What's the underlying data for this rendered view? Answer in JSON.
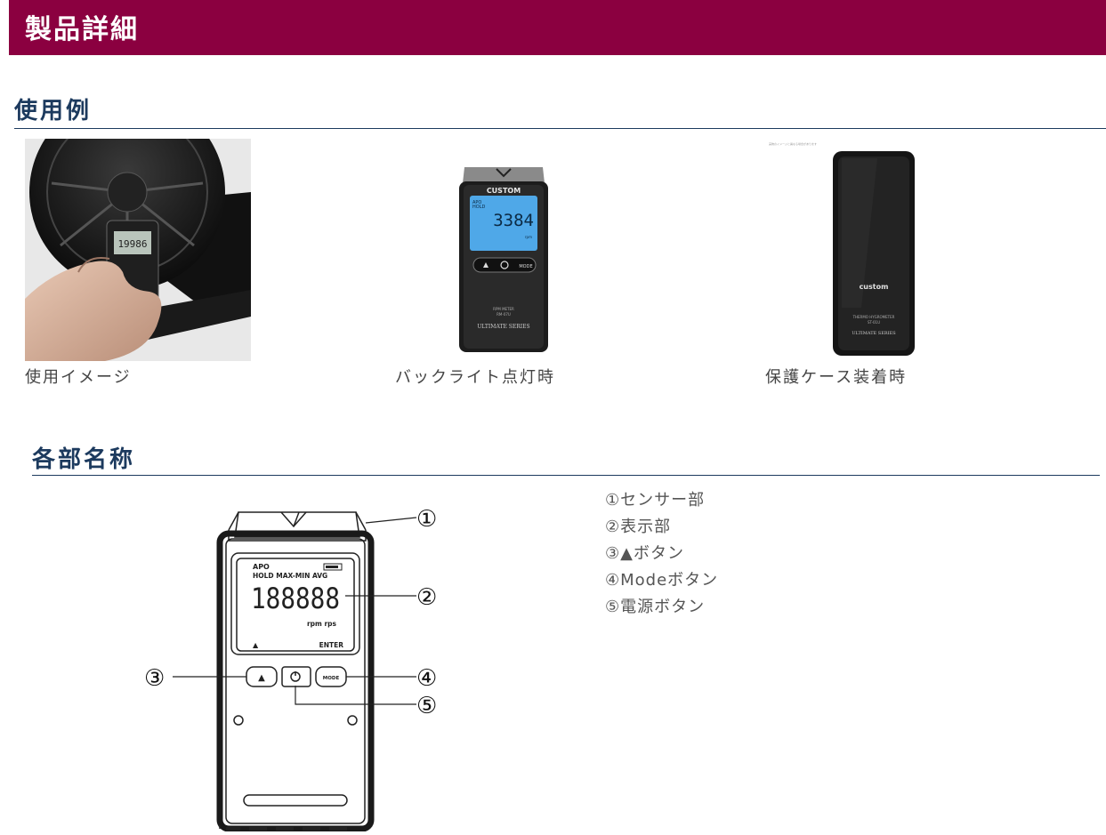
{
  "header": {
    "title": "製品詳細"
  },
  "usage": {
    "title": "使用例",
    "items": [
      {
        "caption": "使用イメージ"
      },
      {
        "caption": "バックライト点灯時",
        "brand": "CUSTOM",
        "hold": "HOLD",
        "apo": "APO",
        "reading": "3384",
        "unit": "rpm",
        "mode": "MODE",
        "series": "ULTIMATE SERIES",
        "model": "RPM METER",
        "model_code": "RM-07U"
      },
      {
        "caption": "保護ケース装着時",
        "brand": "custom",
        "model": "THERMO HYGROMETER",
        "model_code": "ST-01U",
        "series": "ULTIMATE SERIES",
        "tiny_note": "実物のイメージと異なる場合があります"
      }
    ]
  },
  "parts": {
    "title": "各部名称",
    "diagram": {
      "apo": "APO",
      "status": "HOLD MAX-MIN AVG",
      "digits": "188888",
      "units": "rpm rps",
      "enter": "ENTER",
      "up": "▲",
      "mode_glyph": "MODE",
      "callouts": [
        "①",
        "②",
        "③",
        "④",
        "⑤"
      ]
    },
    "list": [
      "①センサー部",
      "②表示部",
      "③▲ボタン",
      "④Modeボタン",
      "⑤電源ボタン"
    ]
  }
}
